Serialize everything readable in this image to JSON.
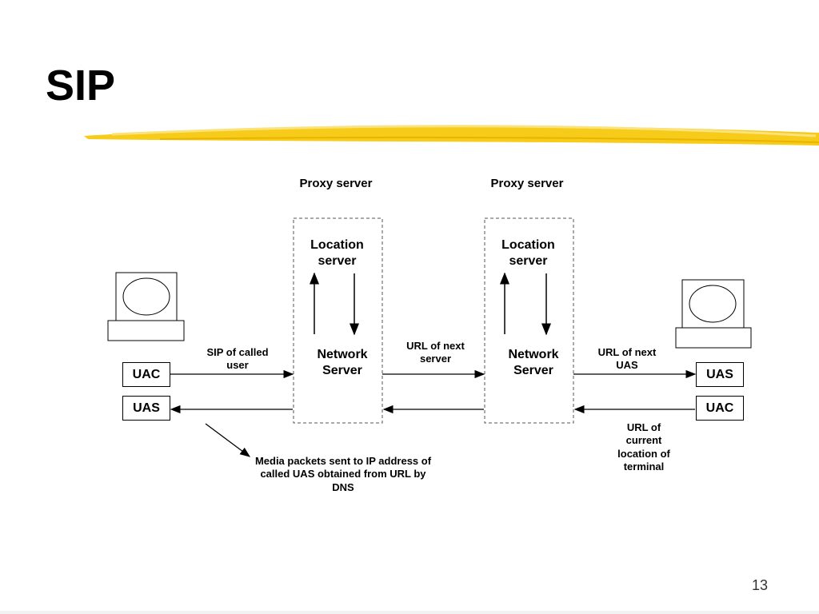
{
  "slide": {
    "title": "SIP",
    "page_number": "13"
  },
  "colors": {
    "highlight": "#f6c500",
    "ink": "#000000"
  },
  "diagram": {
    "left_proxy": {
      "title": "Proxy server",
      "location_server": "Location server",
      "network_server": "Network Server"
    },
    "right_proxy": {
      "title": "Proxy server",
      "location_server": "Location server",
      "network_server": "Network Server"
    },
    "left_uac": "UAC",
    "left_uas": "UAS",
    "right_uas": "UAS",
    "right_uac": "UAC",
    "labels": {
      "sip_called_user": "SIP of called user",
      "url_next_server": "URL of next server",
      "url_next_uas": "URL of next UAS",
      "url_current_location": "URL of current location of terminal",
      "media_packets": "Media packets sent to IP address of called UAS obtained from URL by DNS"
    },
    "icons": [
      "computer-terminal-icon",
      "computer-terminal-icon"
    ]
  }
}
